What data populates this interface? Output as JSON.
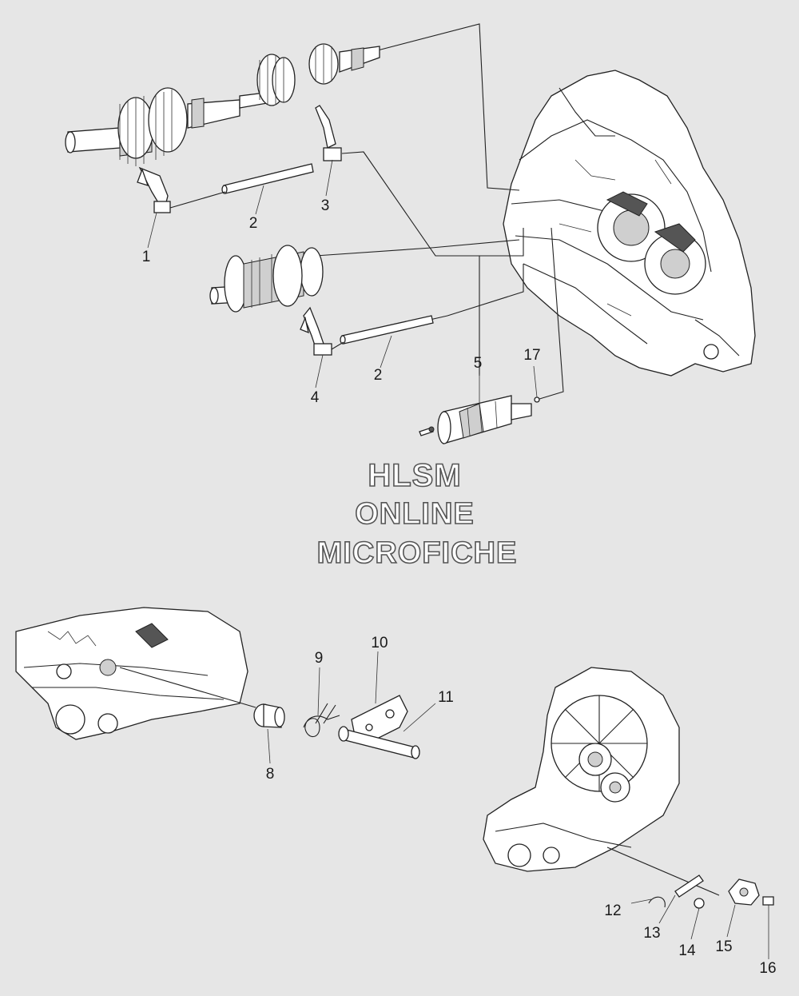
{
  "watermark": {
    "line1": "HLSM",
    "line2": "ONLINE",
    "line3": "MICROFICHE"
  },
  "callouts": {
    "c1": "1",
    "c2a": "2",
    "c2b": "2",
    "c3": "3",
    "c4": "4",
    "c5": "5",
    "c8": "8",
    "c9": "9",
    "c10": "10",
    "c11": "11",
    "c12": "12",
    "c13": "13",
    "c14": "14",
    "c15": "15",
    "c16": "16",
    "c17": "17"
  }
}
